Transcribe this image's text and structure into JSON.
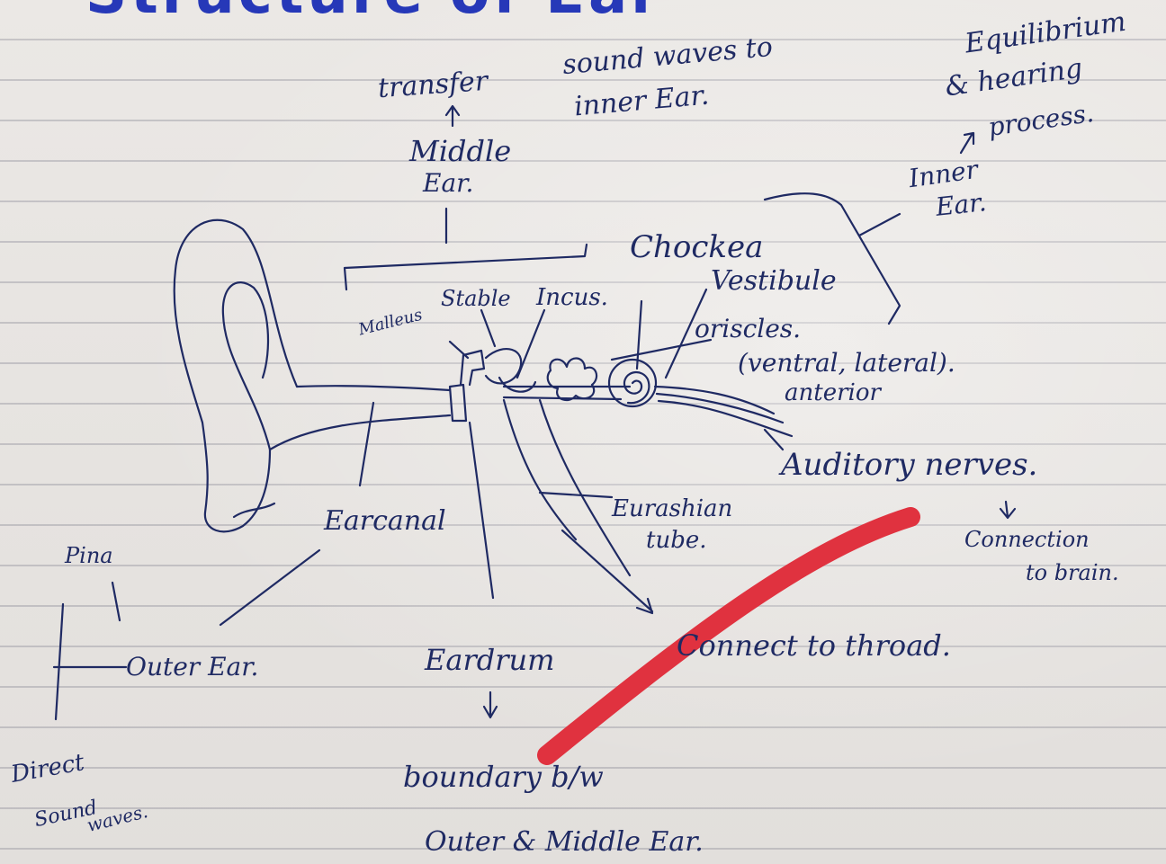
{
  "colors": {
    "ink": "#1f2a63",
    "title_ink": "#2638b8",
    "marker": "#e0323f"
  },
  "title": "Structure of Ear",
  "labels": {
    "middle_ear_function": "transfer",
    "middle_ear_function_2": "sound waves to",
    "middle_ear_function_3": "inner Ear.",
    "middle_ear": "Middle",
    "middle_ear_2": "Ear.",
    "inner_ear_function": "Equilibrium",
    "inner_ear_function_2": "& hearing",
    "inner_ear_function_3": "process.",
    "inner_ear": "Inner",
    "inner_ear_2": "Ear.",
    "cochlea": "Chockea",
    "vestibule": "Vestibule",
    "malleus": "Malleus",
    "stapes": "Stable",
    "incus": "Incus.",
    "ossicles": "oriscles.",
    "ossicles_detail": "(ventral, lateral).",
    "ossicles_detail_2": "anterior",
    "auditory_nerves": "Auditory nerves.",
    "nerve_function": "Connection",
    "nerve_function_2": "to brain.",
    "ear_canal": "Earcanal",
    "eustachian_tube": "Eurashian",
    "eustachian_tube_2": "tube.",
    "throat": "Connect to throad.",
    "pinna": "Pina",
    "outer_ear": "Outer Ear.",
    "pinna_function": "Direct",
    "pinna_function_2": "Sound",
    "pinna_function_3": "waves.",
    "eardrum": "Eardrum",
    "eardrum_function": "boundary b/w",
    "eardrum_function_2": "Outer & Middle Ear."
  }
}
